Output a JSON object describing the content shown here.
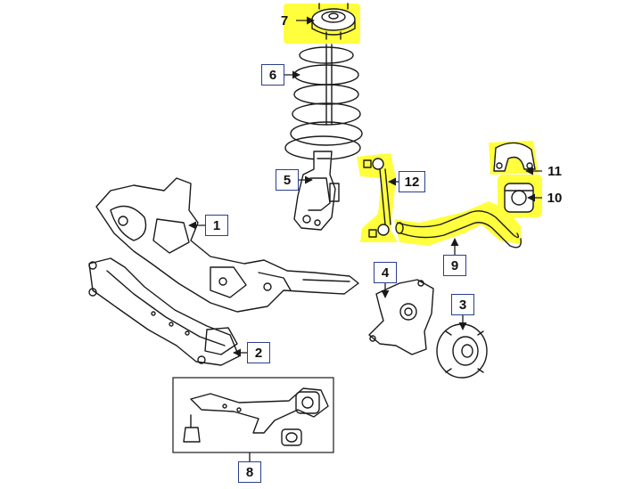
{
  "callouts": {
    "c1": "1",
    "c2": "2",
    "c3": "3",
    "c4": "4",
    "c5": "5",
    "c6": "6",
    "c7": "7",
    "c8": "8",
    "c9": "9",
    "c10": "10",
    "c11": "11",
    "c12": "12"
  },
  "highlighted_parts": [
    "7",
    "9",
    "10",
    "11",
    "12"
  ],
  "colors": {
    "highlight": "#ffff33",
    "line": "#1a1a1a",
    "callout_border": "#2a3f8a"
  }
}
